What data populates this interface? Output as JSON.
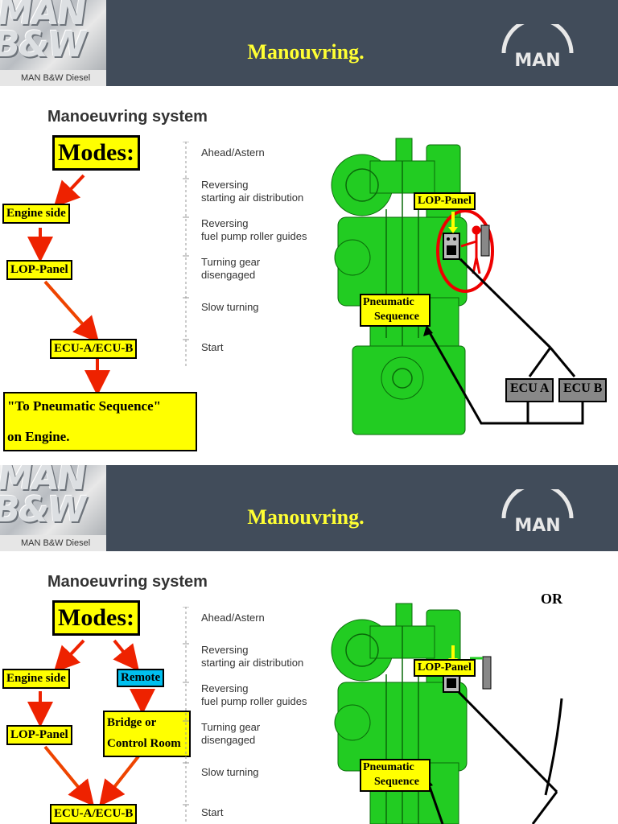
{
  "slides": [
    {
      "header": {
        "logo_caption": "MAN B&W Diesel",
        "title": "Manouvring.",
        "brand_logo": "MAN"
      },
      "section_title": "Manoeuvring system",
      "flow": {
        "modes_label": "Modes:",
        "engine_side": "Engine side",
        "lop_panel": "LOP-Panel",
        "ecu": "ECU-A/ECU-B",
        "target_line1": "\"To Pneumatic Sequence\"",
        "target_line2": "on Engine."
      },
      "steps": [
        {
          "line1": "Ahead/Astern",
          "line2": ""
        },
        {
          "line1": "Reversing",
          "line2": "starting air distribution"
        },
        {
          "line1": "Reversing",
          "line2": "fuel pump roller guides"
        },
        {
          "line1": "Turning gear",
          "line2": "disengaged"
        },
        {
          "line1": "Slow turning",
          "line2": ""
        },
        {
          "line1": "Start",
          "line2": ""
        }
      ],
      "diagram": {
        "lop_label": "LOP-Panel",
        "pneumatic_line1": "Pneumatic",
        "pneumatic_line2": "Sequence",
        "ecu_a": "ECU A",
        "ecu_b": "ECU B"
      }
    },
    {
      "header": {
        "logo_caption": "MAN B&W Diesel",
        "title": "Manouvring.",
        "brand_logo": "MAN"
      },
      "section_title": "Manoeuvring system",
      "flow": {
        "modes_label": "Modes:",
        "engine_side": "Engine side",
        "remote": "Remote",
        "lop_panel": "LOP-Panel",
        "bridge_line1": "Bridge or",
        "bridge_line2": "Control Room",
        "ecu": "ECU-A/ECU-B"
      },
      "steps": [
        {
          "line1": "Ahead/Astern",
          "line2": ""
        },
        {
          "line1": "Reversing",
          "line2": "starting air distribution"
        },
        {
          "line1": "Reversing",
          "line2": "fuel pump roller guides"
        },
        {
          "line1": "Turning gear",
          "line2": "disengaged"
        },
        {
          "line1": "Slow turning",
          "line2": ""
        },
        {
          "line1": "Start",
          "line2": ""
        }
      ],
      "diagram": {
        "or_label": "OR",
        "lop_label": "LOP-Panel",
        "pneumatic_line1": "Pneumatic",
        "pneumatic_line2": "Sequence"
      }
    }
  ],
  "colors": {
    "header_bg": "#414c5a",
    "title_yellow": "#ffff33",
    "box_yellow": "#ffff00",
    "remote_blue": "#00c0f0",
    "arrow_red": "#ee2200",
    "engine_green": "#22cc22",
    "ecu_gray": "#888888",
    "highlight_red": "#ee0000"
  }
}
